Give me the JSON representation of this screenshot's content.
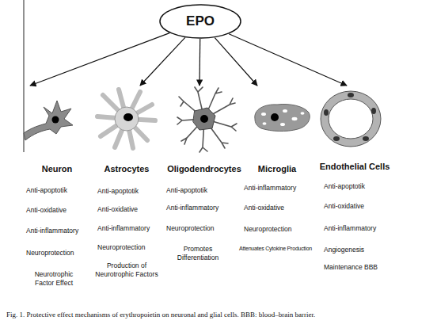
{
  "diagram": {
    "caption": "Fig. 1. Protective effect mechanisms of erythropoietin on neuronal and glial cells. BBB: blood–brain barrier.",
    "nodes": [
      {
        "text": [
          "EPO"
        ]
      },
      {
        "text": [
          "Neuron",
          "Anti-apoptotik",
          "Anti-oxidative",
          "Anti-inflammatory",
          "Neuroprotection",
          "Neurotrophic Factor Effect"
        ]
      },
      {
        "text": [
          "Astrocytes",
          "Anti-apoptotik",
          "Anti-oxidative",
          "Anti-inflammatory",
          "Neuroprotection",
          "Production of Neurotrophic Factors"
        ]
      },
      {
        "text": [
          "Oligodendrocytes",
          "Anti-apoptotik",
          "Anti-inflammatory",
          "Neuroprotection",
          "Promotes Differentiation"
        ]
      },
      {
        "text": [
          "Microglia",
          "Anti-inflammatory",
          "Anti-oxidative",
          "Neuroprotection",
          "Attenuates Cytokine Production"
        ]
      },
      {
        "text": [
          "Endothelial Cells",
          "Anti-apoptotik",
          "Anti-oxidative",
          "Anti-inflammatory",
          "Angiogenesis",
          "Maintenance BBB"
        ]
      }
    ],
    "edges": [
      {
        "from": 0,
        "to": 1,
        "arrow": "to"
      },
      {
        "from": 0,
        "to": 2,
        "arrow": "to"
      },
      {
        "from": 0,
        "to": 3,
        "arrow": "to"
      },
      {
        "from": 0,
        "to": 4,
        "arrow": "to"
      },
      {
        "from": 0,
        "to": 5,
        "arrow": "to"
      }
    ]
  }
}
